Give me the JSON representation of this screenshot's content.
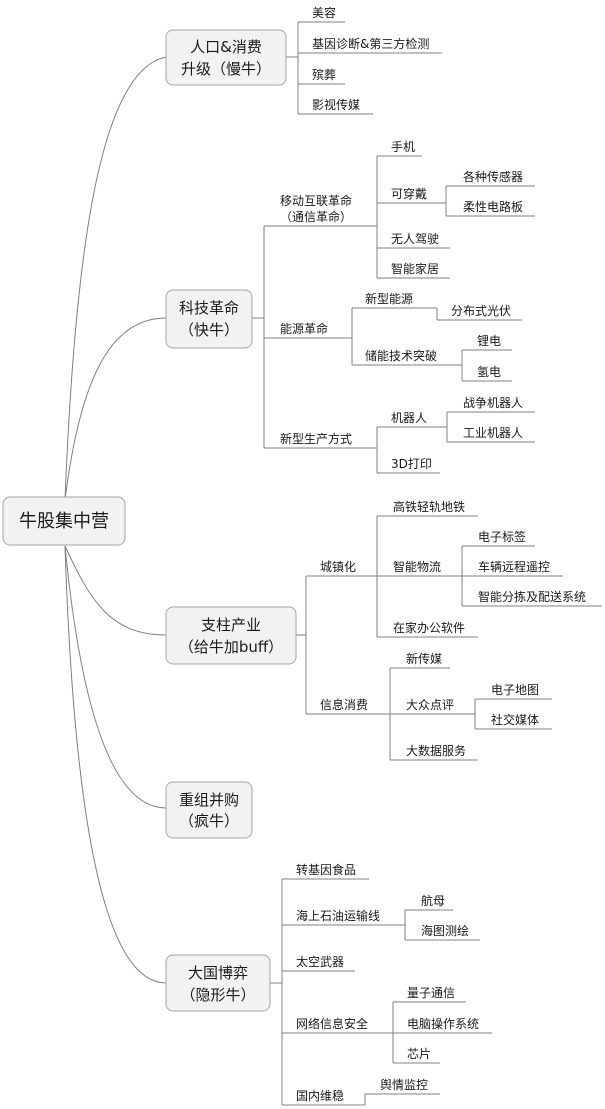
{
  "root": {
    "label": "牛股集中营"
  },
  "branches": {
    "b1": {
      "line1": "人口&消费",
      "line2": "升级（慢牛）"
    },
    "b2": {
      "line1": "科技革命",
      "line2": "（快牛）"
    },
    "b3": {
      "line1": "支柱产业",
      "line2": "（给牛加buff）"
    },
    "b4": {
      "line1": "重组并购",
      "line2": "（疯牛）"
    },
    "b5": {
      "line1": "大国博弈",
      "line2": "（隐形牛）"
    }
  },
  "nodes": {
    "n1_1": "美容",
    "n1_2": "基因诊断&第三方检测",
    "n1_3": "殡葬",
    "n1_4": "影视传媒",
    "n2_1": "移动互联革命",
    "n2_1b": "（通信革命）",
    "n2_1_1": "手机",
    "n2_1_2": "可穿戴",
    "n2_1_2_1": "各种传感器",
    "n2_1_2_2": "柔性电路板",
    "n2_1_3": "无人驾驶",
    "n2_1_4": "智能家居",
    "n2_2": "能源革命",
    "n2_2_1": "新型能源",
    "n2_2_1_1": "分布式光伏",
    "n2_2_2": "储能技术突破",
    "n2_2_2_1": "锂电",
    "n2_2_2_2": "氢电",
    "n2_3": "新型生产方式",
    "n2_3_1": "机器人",
    "n2_3_1_1": "战争机器人",
    "n2_3_1_2": "工业机器人",
    "n2_3_2": "3D打印",
    "n3_1": "城镇化",
    "n3_1_1": "高铁轻轨地铁",
    "n3_1_2": "智能物流",
    "n3_1_2_1": "电子标签",
    "n3_1_2_2": "车辆远程遥控",
    "n3_1_2_3": "智能分拣及配送系统",
    "n3_1_3": "在家办公软件",
    "n3_2": "信息消费",
    "n3_2_1": "新传媒",
    "n3_2_2": "大众点评",
    "n3_2_2_1": "电子地图",
    "n3_2_2_2": "社交媒体",
    "n3_2_3": "大数据服务",
    "n5_1": "转基因食品",
    "n5_2": "海上石油运输线",
    "n5_2_1": "航母",
    "n5_2_2": "海图测绘",
    "n5_3": "太空武器",
    "n5_4": "网络信息安全",
    "n5_4_1": "量子通信",
    "n5_4_2": "电脑操作系统",
    "n5_4_3": "芯片",
    "n5_5": "国内维稳",
    "n5_5_1": "舆情监控"
  }
}
